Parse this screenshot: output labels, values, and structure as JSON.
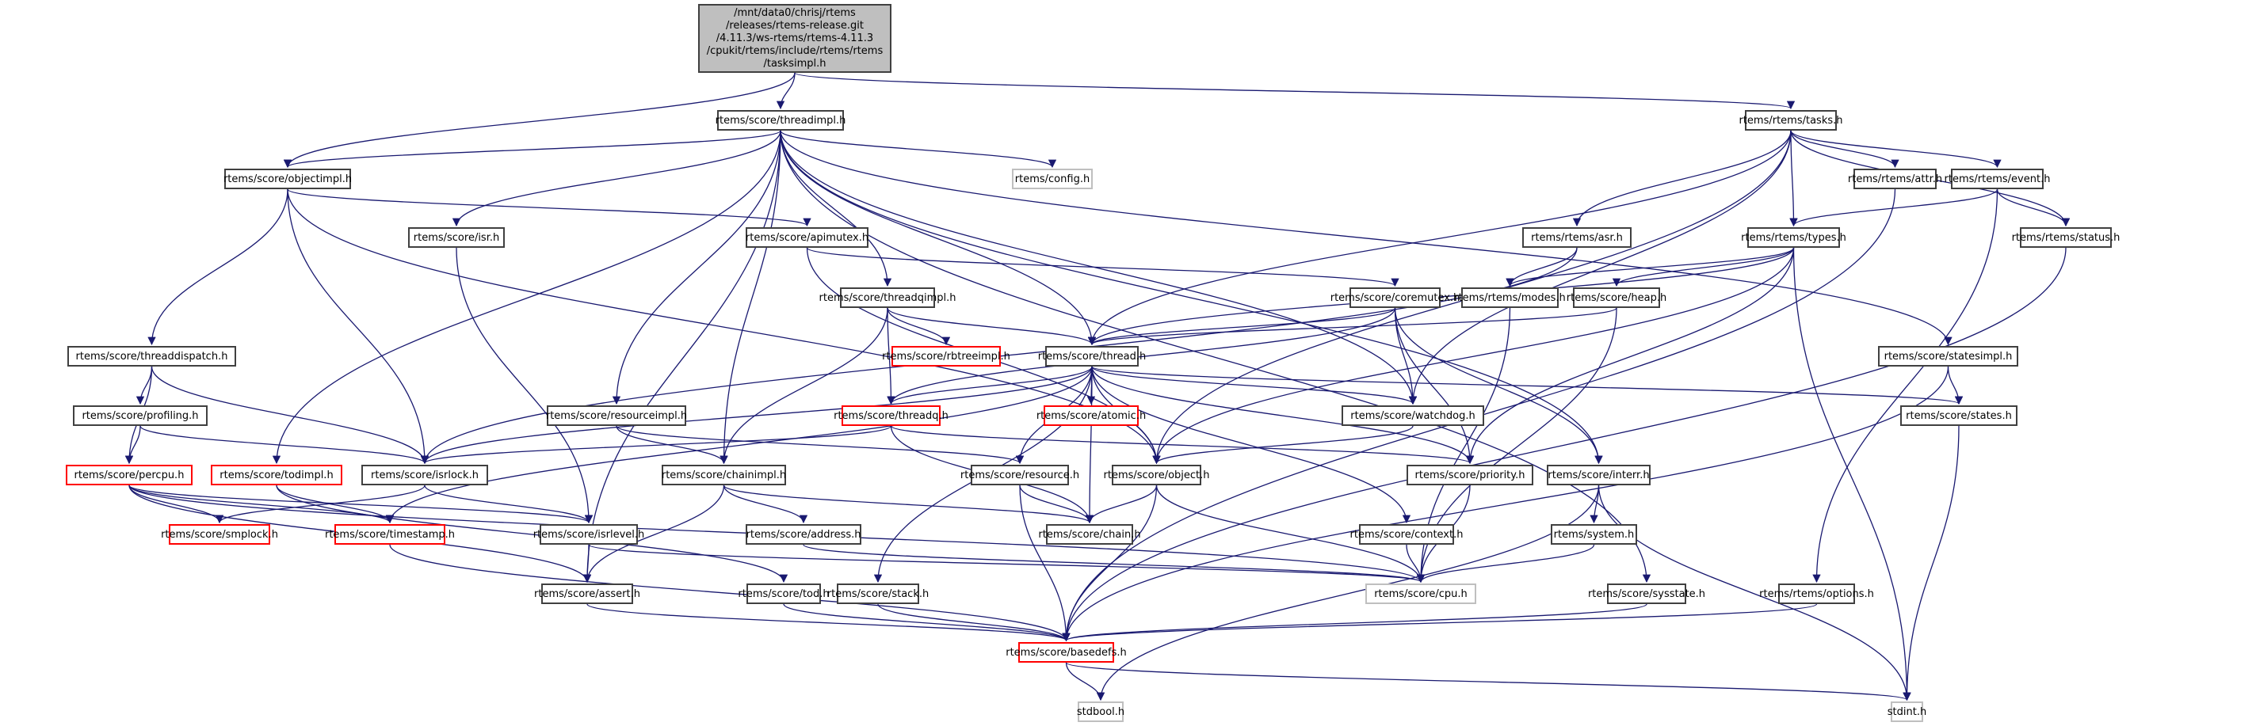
{
  "graph": {
    "title": "Include dependency graph for tasksimpl.h",
    "edge_color": "#191970",
    "node_styles": {
      "default": {
        "border": "#404040",
        "fill": "#ffffff"
      },
      "root": {
        "border": "#404040",
        "fill": "#bfbfbf"
      },
      "truncated": {
        "border": "#ff0000",
        "fill": "#ffffff"
      },
      "external": {
        "border": "#bfbfbf",
        "fill": "#ffffff"
      }
    },
    "nodes": [
      {
        "id": "root",
        "label": "/mnt/data0/chrisj/rtems\n/releases/rtems-release.git\n/4.11.3/ws-rtems/rtems-4.11.3\n/cpukit/rtems/include/rtems/rtems\n/tasksimpl.h",
        "style": "root"
      },
      {
        "id": "threadimpl",
        "label": "rtems/score/threadimpl.h",
        "style": "default"
      },
      {
        "id": "tasks",
        "label": "rtems/rtems/tasks.h",
        "style": "default"
      },
      {
        "id": "objectimpl",
        "label": "rtems/score/objectimpl.h",
        "style": "default"
      },
      {
        "id": "config",
        "label": "rtems/config.h",
        "style": "external"
      },
      {
        "id": "isr",
        "label": "rtems/score/isr.h",
        "style": "default"
      },
      {
        "id": "apimutex",
        "label": "rtems/score/apimutex.h",
        "style": "default"
      },
      {
        "id": "attr",
        "label": "rtems/rtems/attr.h",
        "style": "default"
      },
      {
        "id": "event",
        "label": "rtems/rtems/event.h",
        "style": "default"
      },
      {
        "id": "asr",
        "label": "rtems/rtems/asr.h",
        "style": "default"
      },
      {
        "id": "types",
        "label": "rtems/rtems/types.h",
        "style": "default"
      },
      {
        "id": "status",
        "label": "rtems/rtems/status.h",
        "style": "default"
      },
      {
        "id": "threaddispatch",
        "label": "rtems/score/threaddispatch.h",
        "style": "default"
      },
      {
        "id": "threadqimpl",
        "label": "rtems/score/threadqimpl.h",
        "style": "default"
      },
      {
        "id": "coremutex",
        "label": "rtems/score/coremutex.h",
        "style": "default"
      },
      {
        "id": "modes",
        "label": "rtems/rtems/modes.h",
        "style": "default"
      },
      {
        "id": "heap",
        "label": "rtems/score/heap.h",
        "style": "default"
      },
      {
        "id": "rbtreeimpl",
        "label": "rtems/score/rbtreeimpl.h",
        "style": "truncated"
      },
      {
        "id": "thread",
        "label": "rtems/score/thread.h",
        "style": "default"
      },
      {
        "id": "statesimpl",
        "label": "rtems/score/statesimpl.h",
        "style": "default"
      },
      {
        "id": "profiling",
        "label": "rtems/score/profiling.h",
        "style": "default"
      },
      {
        "id": "resourceimpl",
        "label": "rtems/score/resourceimpl.h",
        "style": "default"
      },
      {
        "id": "threadq",
        "label": "rtems/score/threadq.h",
        "style": "truncated"
      },
      {
        "id": "atomic",
        "label": "rtems/score/atomic.h",
        "style": "truncated"
      },
      {
        "id": "watchdog",
        "label": "rtems/score/watchdog.h",
        "style": "default"
      },
      {
        "id": "states",
        "label": "rtems/score/states.h",
        "style": "default"
      },
      {
        "id": "percpu",
        "label": "rtems/score/percpu.h",
        "style": "truncated"
      },
      {
        "id": "todimpl",
        "label": "rtems/score/todimpl.h",
        "style": "truncated"
      },
      {
        "id": "isrlock",
        "label": "rtems/score/isrlock.h",
        "style": "default"
      },
      {
        "id": "chainimpl",
        "label": "rtems/score/chainimpl.h",
        "style": "default"
      },
      {
        "id": "resource",
        "label": "rtems/score/resource.h",
        "style": "default"
      },
      {
        "id": "object",
        "label": "rtems/score/object.h",
        "style": "default"
      },
      {
        "id": "priority",
        "label": "rtems/score/priority.h",
        "style": "default"
      },
      {
        "id": "interr",
        "label": "rtems/score/interr.h",
        "style": "default"
      },
      {
        "id": "smplock",
        "label": "rtems/score/smplock.h",
        "style": "truncated"
      },
      {
        "id": "timestamp",
        "label": "rtems/score/timestamp.h",
        "style": "truncated"
      },
      {
        "id": "isrlevel",
        "label": "rtems/score/isrlevel.h",
        "style": "default"
      },
      {
        "id": "address",
        "label": "rtems/score/address.h",
        "style": "default"
      },
      {
        "id": "chain",
        "label": "rtems/score/chain.h",
        "style": "default"
      },
      {
        "id": "context",
        "label": "rtems/score/context.h",
        "style": "default"
      },
      {
        "id": "system",
        "label": "rtems/system.h",
        "style": "default"
      },
      {
        "id": "assert",
        "label": "rtems/score/assert.h",
        "style": "default"
      },
      {
        "id": "tod",
        "label": "rtems/score/tod.h",
        "style": "default"
      },
      {
        "id": "stack",
        "label": "rtems/score/stack.h",
        "style": "default"
      },
      {
        "id": "cpu",
        "label": "rtems/score/cpu.h",
        "style": "external"
      },
      {
        "id": "sysstate",
        "label": "rtems/score/sysstate.h",
        "style": "default"
      },
      {
        "id": "options",
        "label": "rtems/rtems/options.h",
        "style": "default"
      },
      {
        "id": "basedefs",
        "label": "rtems/score/basedefs.h",
        "style": "truncated"
      },
      {
        "id": "stdbool",
        "label": "stdbool.h",
        "style": "external"
      },
      {
        "id": "stdint",
        "label": "stdint.h",
        "style": "external"
      }
    ],
    "edges": [
      [
        "root",
        "threadimpl"
      ],
      [
        "root",
        "tasks"
      ],
      [
        "root",
        "objectimpl"
      ],
      [
        "threadimpl",
        "objectimpl"
      ],
      [
        "threadimpl",
        "config"
      ],
      [
        "threadimpl",
        "isr"
      ],
      [
        "threadimpl",
        "threadqimpl"
      ],
      [
        "threadimpl",
        "thread"
      ],
      [
        "threadimpl",
        "resourceimpl"
      ],
      [
        "threadimpl",
        "todimpl"
      ],
      [
        "threadimpl",
        "chainimpl"
      ],
      [
        "threadimpl",
        "statesimpl"
      ],
      [
        "threadimpl",
        "sysstate"
      ],
      [
        "threadimpl",
        "assert"
      ],
      [
        "threadimpl",
        "interr"
      ],
      [
        "threadimpl",
        "watchdog"
      ],
      [
        "objectimpl",
        "apimutex"
      ],
      [
        "objectimpl",
        "threaddispatch"
      ],
      [
        "objectimpl",
        "isrlock"
      ],
      [
        "objectimpl",
        "object"
      ],
      [
        "apimutex",
        "coremutex"
      ],
      [
        "apimutex",
        "object"
      ],
      [
        "tasks",
        "asr"
      ],
      [
        "tasks",
        "attr"
      ],
      [
        "tasks",
        "event"
      ],
      [
        "tasks",
        "types"
      ],
      [
        "tasks",
        "status"
      ],
      [
        "tasks",
        "thread"
      ],
      [
        "tasks",
        "watchdog"
      ],
      [
        "tasks",
        "object"
      ],
      [
        "event",
        "types"
      ],
      [
        "event",
        "status"
      ],
      [
        "event",
        "options"
      ],
      [
        "attr",
        "basedefs"
      ],
      [
        "asr",
        "modes"
      ],
      [
        "asr",
        "isrlock"
      ],
      [
        "types",
        "modes"
      ],
      [
        "types",
        "heap"
      ],
      [
        "types",
        "object"
      ],
      [
        "types",
        "priority"
      ],
      [
        "types",
        "stdint"
      ],
      [
        "types",
        "thread"
      ],
      [
        "status",
        "basedefs"
      ],
      [
        "threaddispatch",
        "profiling"
      ],
      [
        "threaddispatch",
        "percpu"
      ],
      [
        "threaddispatch",
        "isrlock"
      ],
      [
        "profiling",
        "percpu"
      ],
      [
        "profiling",
        "isrlock"
      ],
      [
        "threadqimpl",
        "rbtreeimpl"
      ],
      [
        "threadqimpl",
        "thread"
      ],
      [
        "threadqimpl",
        "threadq"
      ],
      [
        "threadqimpl",
        "chainimpl"
      ],
      [
        "coremutex",
        "thread"
      ],
      [
        "coremutex",
        "threadq"
      ],
      [
        "coremutex",
        "watchdog"
      ],
      [
        "coremutex",
        "priority"
      ],
      [
        "coremutex",
        "interr"
      ],
      [
        "heap",
        "thread"
      ],
      [
        "heap",
        "cpu"
      ],
      [
        "modes",
        "cpu"
      ],
      [
        "thread",
        "threadq"
      ],
      [
        "thread",
        "atomic"
      ],
      [
        "thread",
        "watchdog"
      ],
      [
        "thread",
        "states"
      ],
      [
        "thread",
        "resource"
      ],
      [
        "thread",
        "object"
      ],
      [
        "thread",
        "priority"
      ],
      [
        "thread",
        "context"
      ],
      [
        "thread",
        "stack"
      ],
      [
        "thread",
        "isrlock"
      ],
      [
        "thread",
        "timestamp"
      ],
      [
        "thread",
        "chain"
      ],
      [
        "statesimpl",
        "states"
      ],
      [
        "statesimpl",
        "basedefs"
      ],
      [
        "states",
        "stdint"
      ],
      [
        "resourceimpl",
        "chainimpl"
      ],
      [
        "resourceimpl",
        "resource"
      ],
      [
        "threadq",
        "isrlock"
      ],
      [
        "threadq",
        "chain"
      ],
      [
        "threadq",
        "priority"
      ],
      [
        "watchdog",
        "object"
      ],
      [
        "percpu",
        "smplock"
      ],
      [
        "percpu",
        "timestamp"
      ],
      [
        "percpu",
        "isrlevel"
      ],
      [
        "percpu",
        "assert"
      ],
      [
        "percpu",
        "cpu"
      ],
      [
        "todimpl",
        "timestamp"
      ],
      [
        "todimpl",
        "tod"
      ],
      [
        "isr",
        "isrlevel"
      ],
      [
        "isrlock",
        "isrlevel"
      ],
      [
        "isrlock",
        "smplock"
      ],
      [
        "chainimpl",
        "address"
      ],
      [
        "chainimpl",
        "chain"
      ],
      [
        "chainimpl",
        "assert"
      ],
      [
        "resource",
        "chain"
      ],
      [
        "resource",
        "basedefs"
      ],
      [
        "object",
        "chain"
      ],
      [
        "object",
        "cpu"
      ],
      [
        "object",
        "basedefs"
      ],
      [
        "priority",
        "cpu"
      ],
      [
        "interr",
        "system"
      ],
      [
        "interr",
        "stdbool"
      ],
      [
        "interr",
        "stdint"
      ],
      [
        "system",
        "cpu"
      ],
      [
        "context",
        "cpu"
      ],
      [
        "isrlevel",
        "assert"
      ],
      [
        "isrlevel",
        "cpu"
      ],
      [
        "address",
        "cpu"
      ],
      [
        "timestamp",
        "basedefs"
      ],
      [
        "assert",
        "basedefs"
      ],
      [
        "tod",
        "basedefs"
      ],
      [
        "stack",
        "basedefs"
      ],
      [
        "sysstate",
        "basedefs"
      ],
      [
        "options",
        "basedefs"
      ],
      [
        "basedefs",
        "stdbool"
      ],
      [
        "basedefs",
        "stdint"
      ]
    ]
  }
}
